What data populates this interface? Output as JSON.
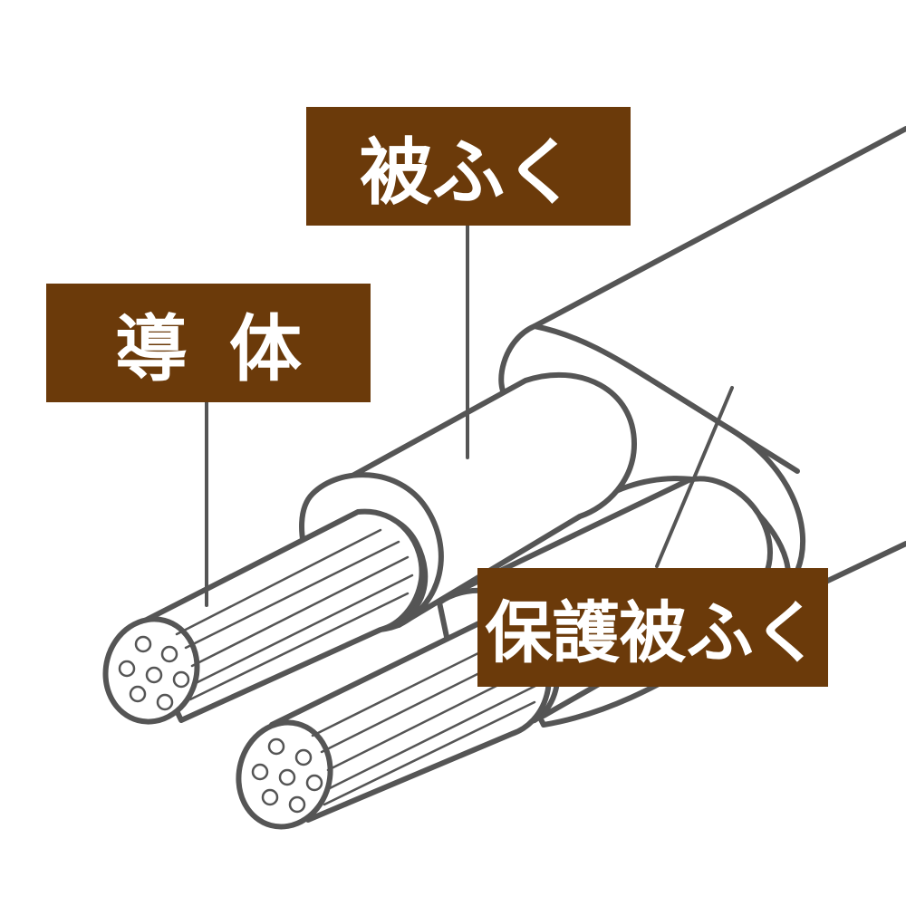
{
  "labels": {
    "sheath": "被ふく",
    "conductor": "導体",
    "protective_sheath": "保護被ふく"
  },
  "colors": {
    "label_background": "#6b3a0a",
    "label_text": "#ffffff",
    "outline": "#555555",
    "fill": "#ffffff",
    "leader_line": "#555555"
  }
}
